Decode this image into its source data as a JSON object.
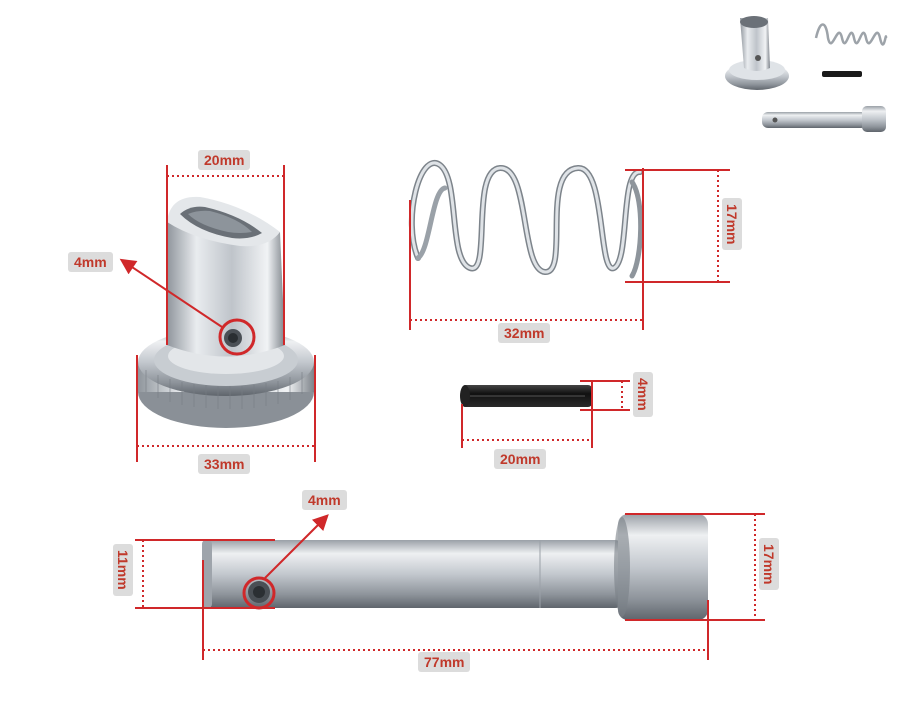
{
  "colors": {
    "dimension_line": "#d0282a",
    "label_bg": "#dcdcdc",
    "label_text": "#c0392b",
    "steel_light": "#e6e9ed",
    "steel_mid": "#b3b9c0",
    "steel_dark": "#6e757d",
    "pin_black": "#1a1a1a"
  },
  "dimensions": {
    "knob_top_width": "20mm",
    "knob_hole": "4mm",
    "knob_base_width": "33mm",
    "spring_height": "17mm",
    "spring_length": "32mm",
    "roll_pin_diameter": "4mm",
    "roll_pin_length": "20mm",
    "shaft_hole": "4mm",
    "shaft_diameter": "11mm",
    "shaft_head_diameter": "17mm",
    "shaft_length": "77mm"
  },
  "icons": [
    "knob-icon",
    "spring-icon",
    "roll-pin-icon",
    "shaft-icon",
    "kit-preview-icon"
  ]
}
